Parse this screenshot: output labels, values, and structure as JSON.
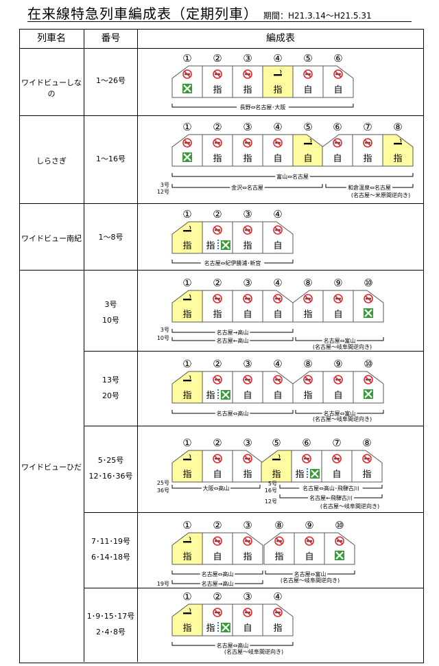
{
  "header": {
    "title": "在来線特急列車編成表（定期列車）",
    "period": "期間：H21.3.14～H21.5.31"
  },
  "columns": [
    "列車名",
    "番号",
    "編成表"
  ],
  "rows": [
    {
      "name": "ワイドビューしなの",
      "numbers": [
        "1～26号"
      ]
    },
    {
      "name": "しらさぎ",
      "numbers": [
        "1～16号"
      ]
    },
    {
      "name": "ワイドビュー南紀",
      "numbers": [
        "1～8号"
      ]
    },
    {
      "name": "ワイドビューひだ",
      "numbers": [
        "3号",
        "10号"
      ]
    },
    {
      "name": "",
      "numbers": [
        "13号",
        "20号"
      ]
    },
    {
      "name": "",
      "numbers": [
        "5･25号",
        "12･16･36号"
      ]
    },
    {
      "name": "",
      "numbers": [
        "7･11･19号",
        "6･14･18号"
      ]
    },
    {
      "name": "",
      "numbers": [
        "1･9･15･17号",
        "2･4･8号"
      ]
    }
  ],
  "legend_colors": {
    "green_car": "#fffba0",
    "ban_icon": "#e8232a",
    "wheelchair": "#3a9a3a",
    "dots": "#3370c9"
  },
  "formations": [
    {
      "cars": [
        {
          "n": "①",
          "kind": "ns",
          "seat": "wc",
          "green": false,
          "shape": "cab-l"
        },
        {
          "n": "②",
          "kind": "ns",
          "seat": "指",
          "green": false,
          "shape": "box"
        },
        {
          "n": "③",
          "kind": "ns",
          "seat": "指",
          "green": false,
          "shape": "box"
        },
        {
          "n": "④",
          "kind": "smoke",
          "seat": "指",
          "green": true,
          "shape": "box"
        },
        {
          "n": "⑤",
          "kind": "ns",
          "seat": "自",
          "green": false,
          "shape": "box"
        },
        {
          "n": "⑥",
          "kind": "ns",
          "seat": "自",
          "green": false,
          "shape": "cab-r"
        }
      ],
      "routes": [
        {
          "side": "",
          "text": "長野⇔名古屋･大阪"
        }
      ]
    },
    {
      "cars": [
        {
          "n": "①",
          "kind": "ns",
          "seat": "wc",
          "green": false,
          "shape": "cab-l"
        },
        {
          "n": "②",
          "kind": "ns",
          "seat": "指",
          "green": false,
          "shape": "box"
        },
        {
          "n": "③",
          "kind": "ns",
          "seat": "指",
          "green": false,
          "shape": "box"
        },
        {
          "n": "④",
          "kind": "ns",
          "seat": "自",
          "green": false,
          "shape": "box"
        },
        {
          "n": "⑤",
          "kind": "smoke",
          "seat": "自",
          "green": true,
          "shape": "cab-r"
        },
        {
          "n": "⑥",
          "kind": "ns",
          "seat": "自",
          "green": false,
          "shape": "cab-l"
        },
        {
          "n": "⑦",
          "kind": "ns",
          "seat": "指",
          "green": false,
          "shape": "box"
        },
        {
          "n": "⑧",
          "kind": "smoke",
          "seat": "指",
          "green": true,
          "shape": "cab-r"
        }
      ],
      "routes": [
        {
          "side": "",
          "text": "富山⇔名古屋"
        },
        {
          "side": "3号",
          "text": "金沢⇔名古屋"
        },
        {
          "side": "12号",
          "text": "和倉温泉⇔名古屋"
        },
        {
          "side": "",
          "text": "(名古屋～米原間逆向き)"
        }
      ]
    },
    {
      "cars": [
        {
          "n": "①",
          "kind": "smoke",
          "seat": "指",
          "green": true,
          "shape": "cab-l"
        },
        {
          "n": "②",
          "kind": "ns",
          "seat": "指wc",
          "green": false,
          "shape": "box"
        },
        {
          "n": "③",
          "kind": "ns",
          "seat": "指",
          "green": false,
          "shape": "box"
        },
        {
          "n": "④",
          "kind": "ns",
          "seat": "自",
          "green": false,
          "shape": "cab-r"
        }
      ],
      "routes": [
        {
          "side": "",
          "text": "名古屋⇔紀伊勝浦･新宮"
        }
      ]
    },
    {
      "cars": [
        {
          "n": "①",
          "kind": "smoke",
          "seat": "指",
          "green": true,
          "shape": "cab-l"
        },
        {
          "n": "②",
          "kind": "ns",
          "seat": "指",
          "green": false,
          "shape": "box"
        },
        {
          "n": "③",
          "kind": "ns",
          "seat": "自",
          "green": false,
          "shape": "box"
        },
        {
          "n": "④",
          "kind": "ns",
          "seat": "自",
          "green": false,
          "shape": "cab-r"
        },
        {
          "n": "⑧",
          "kind": "ns",
          "seat": "指",
          "green": false,
          "shape": "cab-l"
        },
        {
          "n": "⑨",
          "kind": "ns",
          "seat": "自",
          "green": false,
          "shape": "box"
        },
        {
          "n": "⑩",
          "kind": "ns",
          "seat": "wc",
          "green": false,
          "shape": "cab-r"
        }
      ],
      "routes": [
        {
          "side": "3号",
          "text": "名古屋→高山"
        },
        {
          "side": "10号",
          "text": "名古屋←高山"
        },
        {
          "side": "",
          "text": "名古屋⇔富山"
        },
        {
          "side": "",
          "text": "(名古屋～岐阜間逆向き)"
        }
      ]
    },
    {
      "cars": [
        {
          "n": "①",
          "kind": "smoke",
          "seat": "指",
          "green": true,
          "shape": "cab-l"
        },
        {
          "n": "②",
          "kind": "ns",
          "seat": "指wc",
          "green": false,
          "shape": "box"
        },
        {
          "n": "③",
          "kind": "ns",
          "seat": "自",
          "green": false,
          "shape": "box"
        },
        {
          "n": "④",
          "kind": "ns",
          "seat": "自",
          "green": false,
          "shape": "cab-r"
        },
        {
          "n": "⑧",
          "kind": "ns",
          "seat": "指",
          "green": false,
          "shape": "cab-l"
        },
        {
          "n": "⑨",
          "kind": "ns",
          "seat": "自",
          "green": false,
          "shape": "box"
        },
        {
          "n": "⑩",
          "kind": "ns",
          "seat": "wc",
          "green": false,
          "shape": "cab-r"
        }
      ],
      "routes": [
        {
          "side": "",
          "text": "名古屋⇔高山"
        },
        {
          "side": "",
          "text": "名古屋⇔富山"
        },
        {
          "side": "",
          "text": "(名古屋～岐阜間逆向き)"
        }
      ]
    },
    {
      "cars": [
        {
          "n": "①",
          "kind": "smoke",
          "seat": "指",
          "green": true,
          "shape": "cab-l"
        },
        {
          "n": "②",
          "kind": "ns",
          "seat": "自",
          "green": false,
          "shape": "box"
        },
        {
          "n": "③",
          "kind": "ns",
          "seat": "指",
          "green": false,
          "shape": "cab-r"
        },
        {
          "n": "⑤",
          "kind": "smoke",
          "seat": "指",
          "green": true,
          "shape": "cab-l"
        },
        {
          "n": "⑥",
          "kind": "ns",
          "seat": "指wc",
          "green": false,
          "shape": "box"
        },
        {
          "n": "⑦",
          "kind": "ns",
          "seat": "自",
          "green": false,
          "shape": "box"
        },
        {
          "n": "⑧",
          "kind": "ns",
          "seat": "指",
          "green": false,
          "shape": "cab-r"
        }
      ],
      "routes": [
        {
          "side": "25号",
          "text": "大阪⇔高山"
        },
        {
          "side": "36号",
          "text": ""
        },
        {
          "side": "5号",
          "text": "名古屋⇔高山･飛騨古川"
        },
        {
          "side": "16号",
          "text": "名古屋←飛騨古川"
        },
        {
          "side": "12号",
          "text": ""
        },
        {
          "side": "",
          "text": "(名古屋～岐阜間逆向き)"
        }
      ]
    },
    {
      "cars": [
        {
          "n": "①",
          "kind": "smoke",
          "seat": "指",
          "green": true,
          "shape": "cab-l"
        },
        {
          "n": "②",
          "kind": "ns",
          "seat": "自",
          "green": false,
          "shape": "box"
        },
        {
          "n": "③",
          "kind": "ns",
          "seat": "指",
          "green": false,
          "shape": "cab-r"
        },
        {
          "n": "⑧",
          "kind": "ns",
          "seat": "指",
          "green": false,
          "shape": "cab-l"
        },
        {
          "n": "⑨",
          "kind": "ns",
          "seat": "自",
          "green": false,
          "shape": "box"
        },
        {
          "n": "⑩",
          "kind": "ns",
          "seat": "wc",
          "green": false,
          "shape": "cab-r"
        }
      ],
      "routes": [
        {
          "side": "",
          "text": "名古屋⇔高山"
        },
        {
          "side": "19号",
          "text": "名古屋→高山"
        },
        {
          "side": "",
          "text": "名古屋⇔富山"
        },
        {
          "side": "",
          "text": "(名古屋～岐阜間逆向き)"
        }
      ]
    },
    {
      "cars": [
        {
          "n": "①",
          "kind": "smoke",
          "seat": "指",
          "green": true,
          "shape": "cab-l"
        },
        {
          "n": "②",
          "kind": "ns",
          "seat": "指wc",
          "green": false,
          "shape": "box"
        },
        {
          "n": "③",
          "kind": "ns",
          "seat": "自",
          "green": false,
          "shape": "box"
        },
        {
          "n": "④",
          "kind": "ns",
          "seat": "指",
          "green": false,
          "shape": "cab-r"
        }
      ],
      "routes": [
        {
          "side": "",
          "text": "名古屋⇔高山"
        },
        {
          "side": "",
          "text": "(名古屋～岐阜間逆向き)"
        }
      ]
    }
  ]
}
